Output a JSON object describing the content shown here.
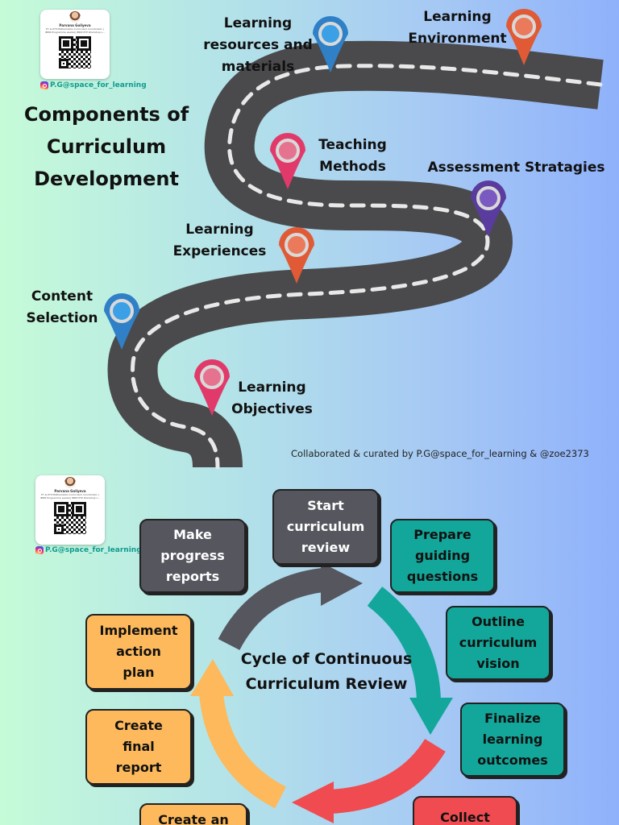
{
  "profile": {
    "name": "Parvana Goliyeva",
    "subtitle_1": "EY & PYP Mathematics Curriculum Coordinator |",
    "subtitle_2": "IBDN Programme Leader| IBDN PYP Workshop L...",
    "handle": "P.G@space_for_learning"
  },
  "roadmap": {
    "title_line1": "Components of",
    "title_line2": "Curriculum",
    "title_line3": "Development",
    "stages": [
      {
        "line1": "Learning",
        "line2": "Objectives",
        "color": "#e13a6a"
      },
      {
        "line1": "Content",
        "line2": "Selection",
        "color": "#2f80c6"
      },
      {
        "line1": "Learning",
        "line2": "Experiences",
        "color": "#e05a35"
      },
      {
        "line1": "Teaching",
        "line2": "Methods",
        "color": "#e13a6a"
      },
      {
        "line1": "Assessment Stratagies",
        "line2": "",
        "color": "#5a3b9e"
      },
      {
        "line1": "Learning",
        "line2": "resources and",
        "line3": "materials",
        "color": "#2f80c6"
      },
      {
        "line1": "Learning",
        "line2": "Environment",
        "color": "#e05a35"
      }
    ],
    "credit": "Collaborated & curated by P.G@space_for_learning & @zoe2373"
  },
  "cycle": {
    "title_line1": "Cycle of Continuous",
    "title_line2": "Curriculum Review",
    "steps": [
      {
        "l1": "Start",
        "l2": "curriculum",
        "l3": "review",
        "style": "gray"
      },
      {
        "l1": "Prepare",
        "l2": "guiding",
        "l3": "questions",
        "style": "teal"
      },
      {
        "l1": "Outline",
        "l2": "curriculum",
        "l3": "vision",
        "style": "teal"
      },
      {
        "l1": "Finalize",
        "l2": "learning",
        "l3": "outcomes",
        "style": "teal"
      },
      {
        "l1": "Collect",
        "l2": "",
        "l3": "",
        "style": "red"
      },
      {
        "l1": "Create an",
        "l2": "",
        "l3": "",
        "style": "amber"
      },
      {
        "l1": "Create",
        "l2": "final",
        "l3": "report",
        "style": "amber"
      },
      {
        "l1": "Implement",
        "l2": "action",
        "l3": "plan",
        "style": "amber"
      },
      {
        "l1": "Make",
        "l2": "progress",
        "l3": "reports",
        "style": "gray"
      }
    ]
  },
  "colors": {
    "road": "#4a4a4c",
    "teal": "#12a79a",
    "amber": "#fdb95b",
    "red": "#ef4b50",
    "gray": "#55565e"
  }
}
